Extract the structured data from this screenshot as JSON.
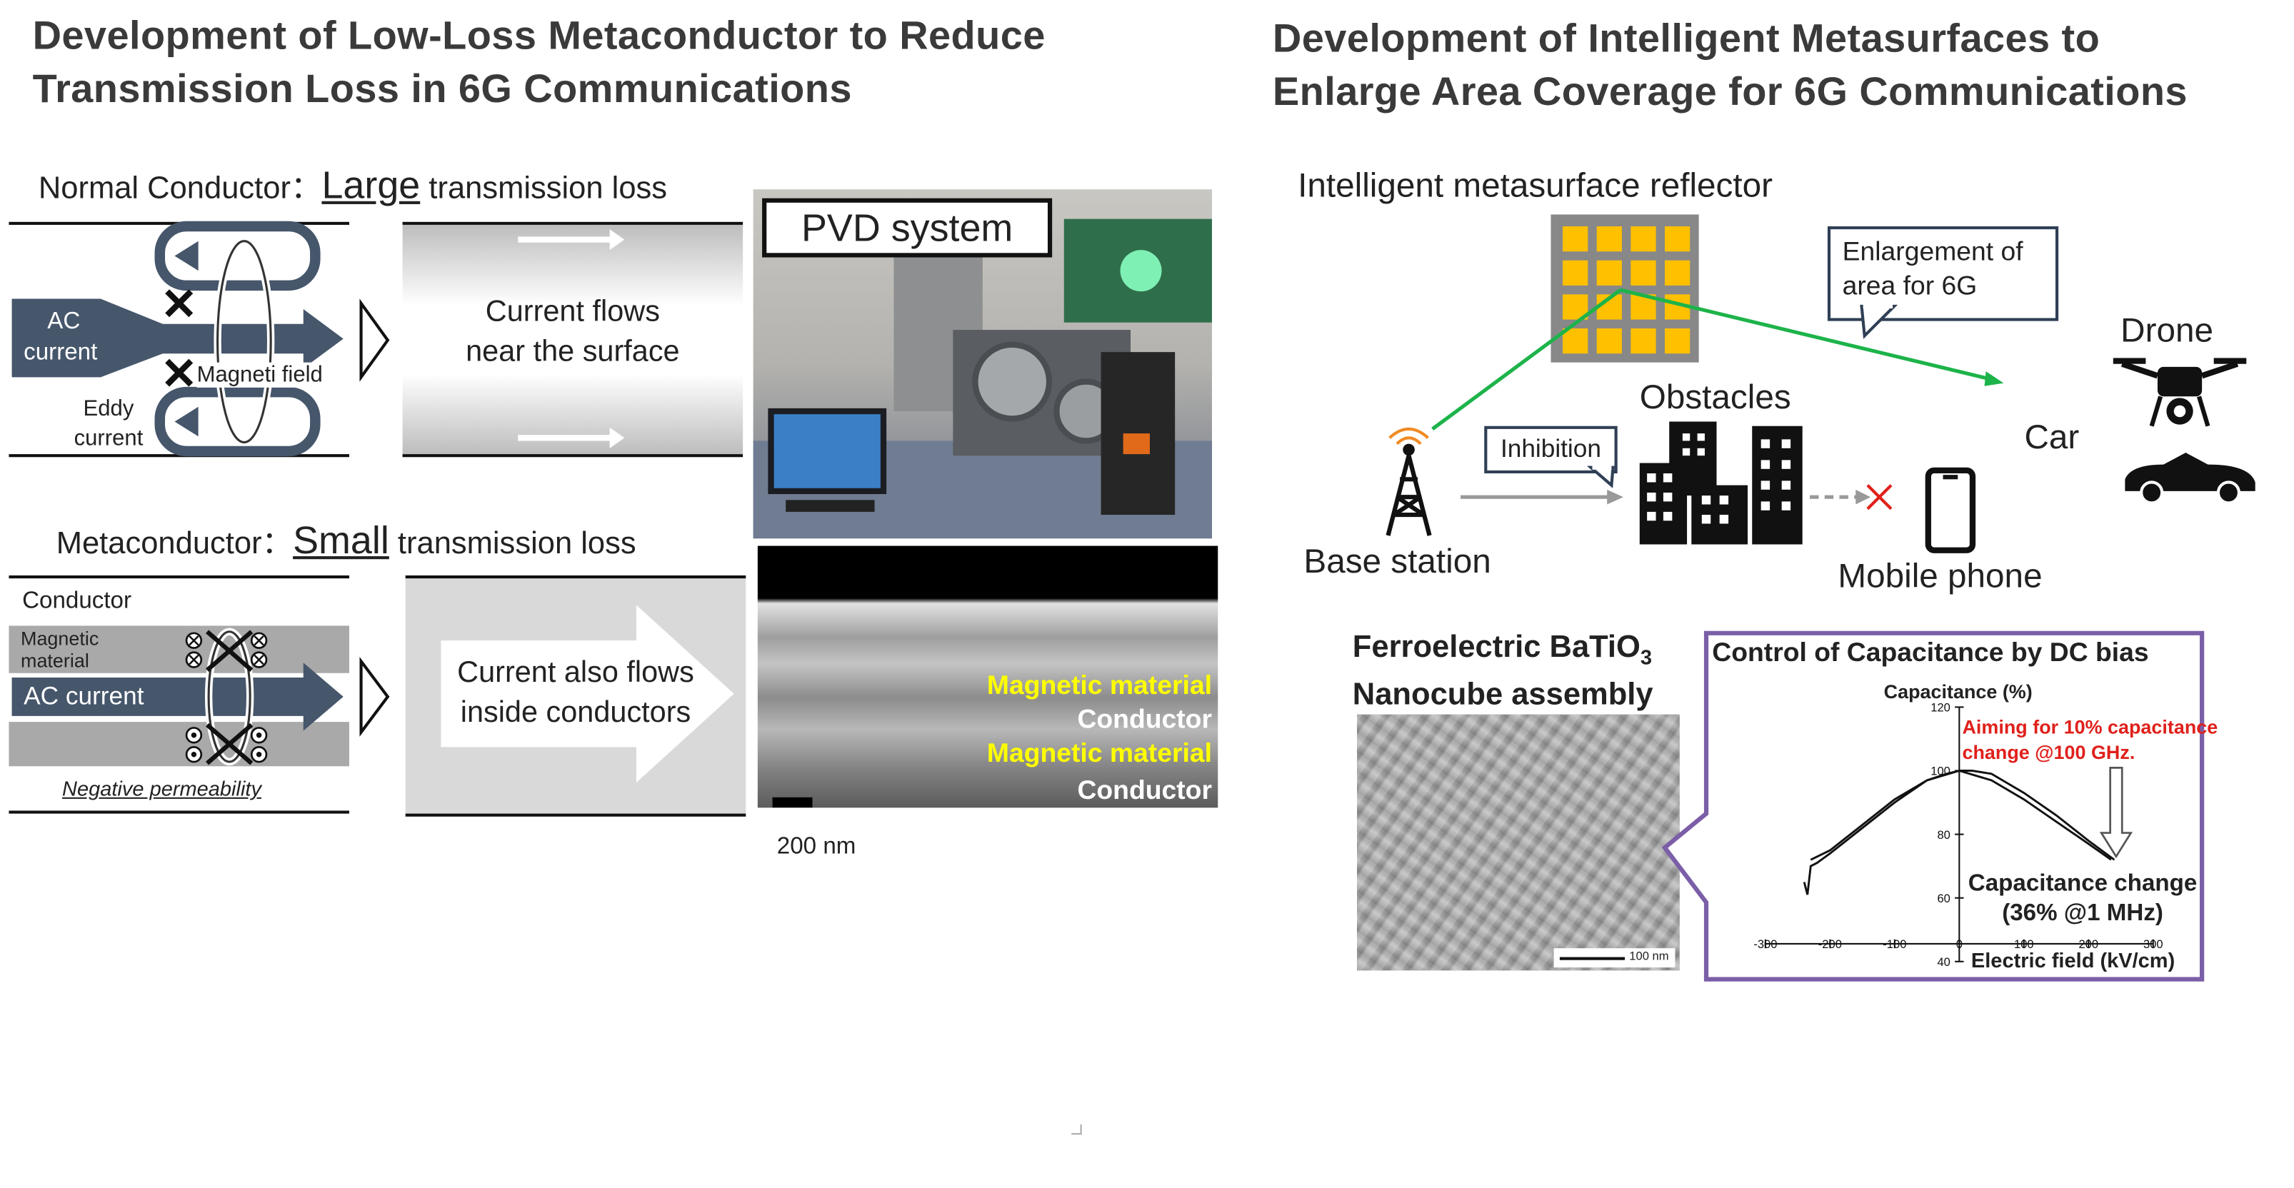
{
  "left": {
    "title_line1": "Development of Low-Loss Metaconductor to Reduce",
    "title_line2": "Transmission Loss in 6G Communications",
    "normal": {
      "prefix": "Normal Conductor：",
      "emph": "Large",
      "suffix": "transmission loss",
      "ac_current_1": "AC",
      "ac_current_2": "current",
      "magnetic_field": "Magneti field",
      "eddy_1": "Eddy",
      "eddy_2": "current",
      "flow_1": "Current flows",
      "flow_2": "near the surface"
    },
    "meta": {
      "prefix": "Metaconductor：",
      "emph": "Small",
      "suffix": "transmission loss",
      "conductor": "Conductor",
      "magnetic_1": "Magnetic",
      "magnetic_2": "material",
      "ac_current": "AC current",
      "negative": "Negative permeability",
      "flow_1": "Current also flows",
      "flow_2": "inside conductors"
    },
    "pvd_label": "PVD system",
    "sem": {
      "magnetic_1": "Magnetic material",
      "conductor_1": "Conductor",
      "magnetic_2": "Magnetic material",
      "conductor_2": "Conductor",
      "scale": "200 nm"
    }
  },
  "right": {
    "title_line1": "Development of Intelligent Metasurfaces to",
    "title_line2": "Enlarge Area Coverage for 6G Communications",
    "reflector_label": "Intelligent metasurface reflector",
    "callout_1": "Enlargement of",
    "callout_2": "area for 6G",
    "drone": "Drone",
    "obstacles": "Obstacles",
    "car": "Car",
    "inhibition": "Inhibition",
    "base_station": "Base station",
    "mobile_phone": "Mobile phone",
    "ferro_1": "Ferroelectric BaTiO",
    "ferro_sub": "3",
    "ferro_2": "Nanocube assembly",
    "nano_scale": "100 nm",
    "chart_title": "Control of Capacitance by DC bias",
    "aim_1": "Aiming for 10% capacitance",
    "aim_2": "change @100 GHz.",
    "change_1": "Capacitance change",
    "change_2": "(36% @1 MHz)"
  },
  "chart_data": {
    "type": "line",
    "title": "Control of Capacitance by DC bias",
    "xlabel": "Electric field (kV/cm)",
    "ylabel": "Capacitance (%)",
    "xlim": [
      -300,
      300
    ],
    "ylim": [
      40,
      120
    ],
    "x_ticks": [
      "-300",
      "-200",
      "-100",
      "0",
      "100",
      "200",
      "300"
    ],
    "y_ticks": [
      "40",
      "60",
      "80",
      "100",
      "120"
    ],
    "series": [
      {
        "x": [
          -240,
          -235,
          -230,
          -220,
          -200,
          -150,
          -100,
          -50,
          0,
          20,
          50,
          100,
          150,
          200,
          240
        ],
        "y": [
          65,
          61,
          70,
          71,
          74,
          82,
          90,
          97,
          100,
          100,
          99,
          93,
          86,
          78,
          72
        ]
      },
      {
        "x": [
          -230,
          -200,
          -150,
          -100,
          -50,
          -20,
          0,
          50,
          100,
          150,
          200,
          235
        ],
        "y": [
          72,
          75,
          83,
          91,
          97,
          99,
          100,
          97,
          91,
          84,
          77,
          72
        ]
      }
    ],
    "colors": {
      "line": "#111111",
      "annotation": "#e0201b",
      "frame": "#7b5ea7"
    }
  }
}
